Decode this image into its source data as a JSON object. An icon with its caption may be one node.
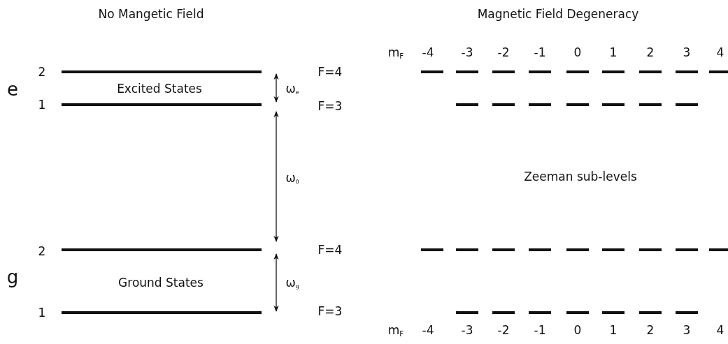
{
  "diagram": {
    "labels": [
      "No Mangetic Field",
      "Magnetic Field Degeneracy",
      "m$_{F}$",
      "-4",
      "-3",
      "-2",
      "-1",
      "0",
      "1",
      "2",
      "3",
      "4",
      "2",
      "F=4",
      "e",
      "Excited States",
      "ω$_{e}$",
      "1",
      "F=3",
      "ω$_{0}$",
      "Zeeman sub-levels",
      "2",
      "F=4",
      "g",
      "Ground States",
      "ω$_{g}$",
      "1",
      "F=3",
      "m$_{F}$",
      "-4",
      "-3",
      "-2",
      "-1",
      "0",
      "1",
      "2",
      "3",
      "4"
    ]
  }
}
